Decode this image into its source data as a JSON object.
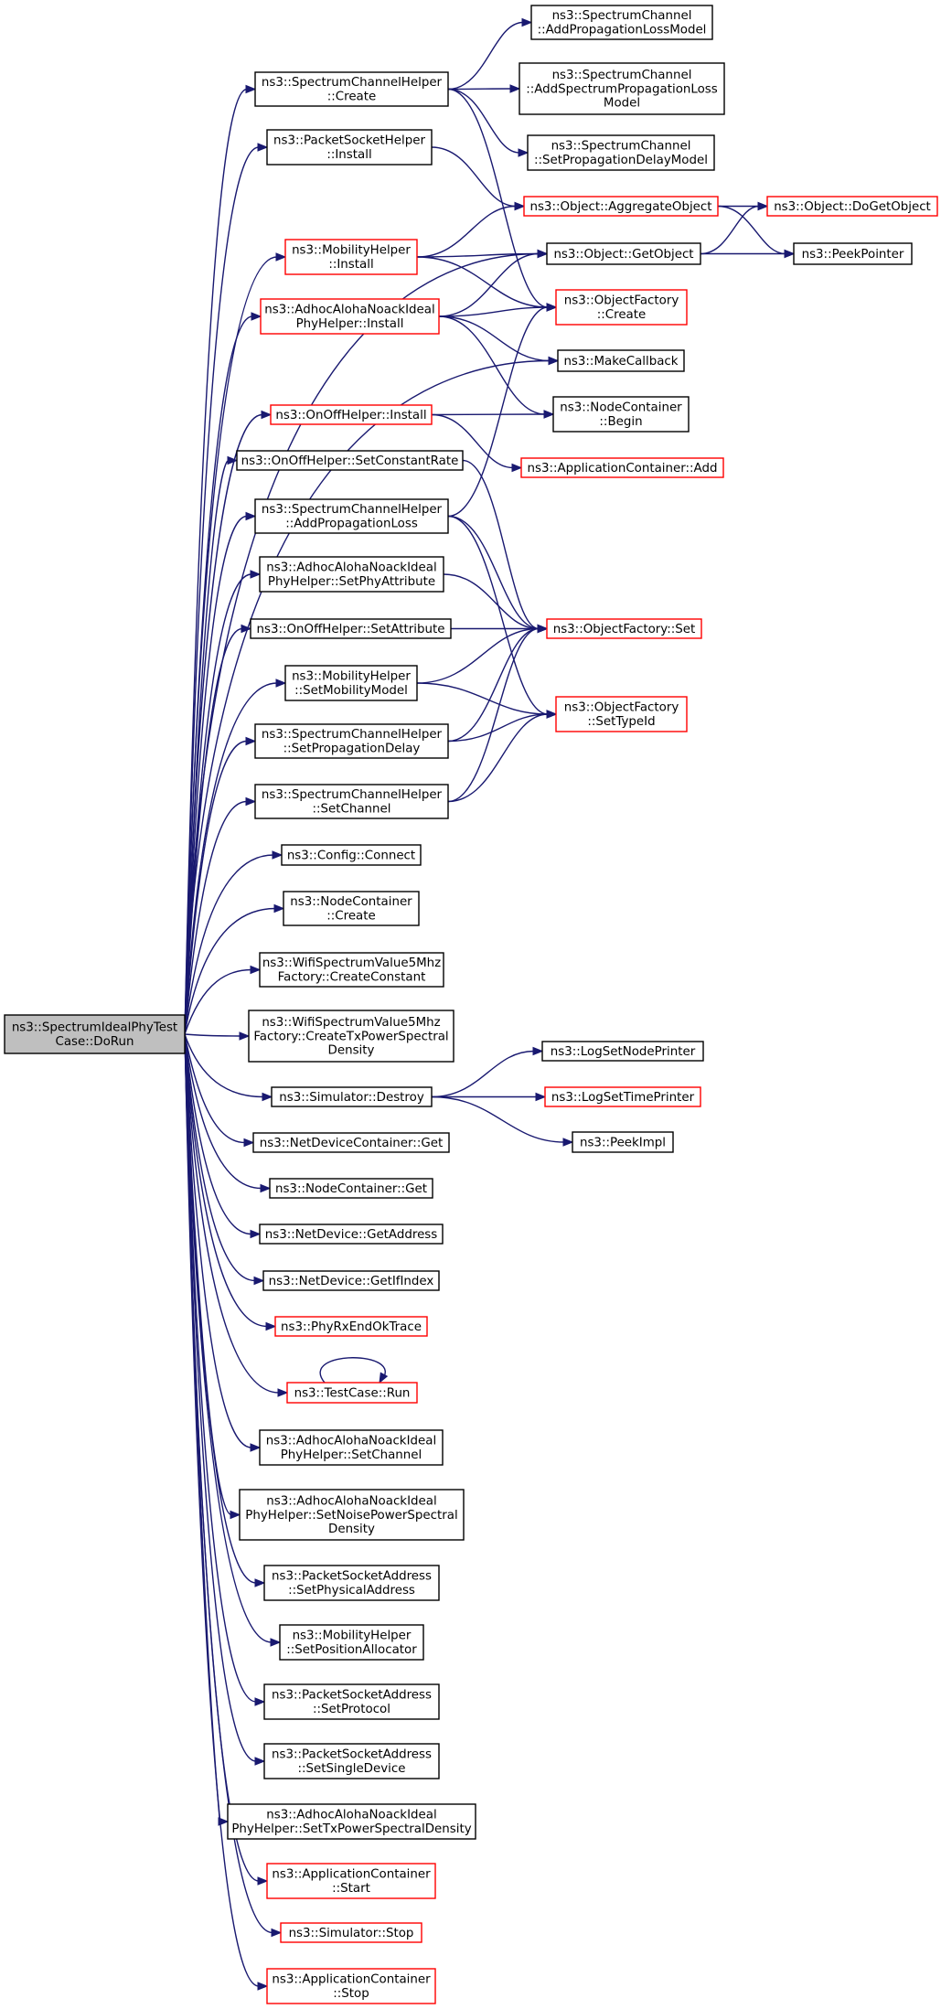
{
  "colors": {
    "edge": "#191970",
    "root_fill": "#bfbfbf",
    "node_fill": "#ffffff",
    "border_normal": "#000000",
    "border_truncated": "#ff0000"
  },
  "nodes": [
    {
      "id": "root",
      "lines": [
        "ns3::SpectrumIdealPhyTest",
        "Case::DoRun"
      ],
      "style": "root"
    },
    {
      "id": "sch_create",
      "lines": [
        "ns3::SpectrumChannelHelper",
        "::Create"
      ],
      "style": "normal"
    },
    {
      "id": "sc_addprop",
      "lines": [
        "ns3::SpectrumChannel",
        "::AddPropagationLossModel"
      ],
      "style": "normal"
    },
    {
      "id": "sc_addspec",
      "lines": [
        "ns3::SpectrumChannel",
        "::AddSpectrumPropagationLoss",
        "Model"
      ],
      "style": "normal"
    },
    {
      "id": "sc_setdelay",
      "lines": [
        "ns3::SpectrumChannel",
        "::SetPropagationDelayModel"
      ],
      "style": "normal"
    },
    {
      "id": "psh_install",
      "lines": [
        "ns3::PacketSocketHelper",
        "::Install"
      ],
      "style": "normal"
    },
    {
      "id": "obj_aggregate",
      "lines": [
        "ns3::Object::AggregateObject"
      ],
      "style": "red"
    },
    {
      "id": "obj_dogetobject",
      "lines": [
        "ns3::Object::DoGetObject"
      ],
      "style": "red"
    },
    {
      "id": "mh_install",
      "lines": [
        "ns3::MobilityHelper",
        "::Install"
      ],
      "style": "red"
    },
    {
      "id": "obj_getobject",
      "lines": [
        "ns3::Object::GetObject"
      ],
      "style": "normal"
    },
    {
      "id": "peekpointer",
      "lines": [
        "ns3::PeekPointer"
      ],
      "style": "normal"
    },
    {
      "id": "aanip_install",
      "lines": [
        "ns3::AdhocAlohaNoackIdeal",
        "PhyHelper::Install"
      ],
      "style": "red"
    },
    {
      "id": "of_create",
      "lines": [
        "ns3::ObjectFactory",
        "::Create"
      ],
      "style": "red"
    },
    {
      "id": "makecallback",
      "lines": [
        "ns3::MakeCallback"
      ],
      "style": "normal"
    },
    {
      "id": "ooh_install",
      "lines": [
        "ns3::OnOffHelper::Install"
      ],
      "style": "red"
    },
    {
      "id": "nc_begin",
      "lines": [
        "ns3::NodeContainer",
        "::Begin"
      ],
      "style": "normal"
    },
    {
      "id": "ac_add",
      "lines": [
        "ns3::ApplicationContainer::Add"
      ],
      "style": "red"
    },
    {
      "id": "ooh_setrate",
      "lines": [
        "ns3::OnOffHelper::SetConstantRate"
      ],
      "style": "normal"
    },
    {
      "id": "sch_addloss",
      "lines": [
        "ns3::SpectrumChannelHelper",
        "::AddPropagationLoss"
      ],
      "style": "normal"
    },
    {
      "id": "aanip_setphyattr",
      "lines": [
        "ns3::AdhocAlohaNoackIdeal",
        "PhyHelper::SetPhyAttribute"
      ],
      "style": "normal"
    },
    {
      "id": "ooh_setattr",
      "lines": [
        "ns3::OnOffHelper::SetAttribute"
      ],
      "style": "normal"
    },
    {
      "id": "of_set",
      "lines": [
        "ns3::ObjectFactory::Set"
      ],
      "style": "red"
    },
    {
      "id": "mh_setmodel",
      "lines": [
        "ns3::MobilityHelper",
        "::SetMobilityModel"
      ],
      "style": "normal"
    },
    {
      "id": "of_settypeid",
      "lines": [
        "ns3::ObjectFactory",
        "::SetTypeId"
      ],
      "style": "red"
    },
    {
      "id": "sch_setdelay",
      "lines": [
        "ns3::SpectrumChannelHelper",
        "::SetPropagationDelay"
      ],
      "style": "normal"
    },
    {
      "id": "sch_setchannel",
      "lines": [
        "ns3::SpectrumChannelHelper",
        "::SetChannel"
      ],
      "style": "normal"
    },
    {
      "id": "config_connect",
      "lines": [
        "ns3::Config::Connect"
      ],
      "style": "normal"
    },
    {
      "id": "nc_create",
      "lines": [
        "ns3::NodeContainer",
        "::Create"
      ],
      "style": "normal"
    },
    {
      "id": "wsv_constant",
      "lines": [
        "ns3::WifiSpectrumValue5Mhz",
        "Factory::CreateConstant"
      ],
      "style": "normal"
    },
    {
      "id": "wsv_txpsd",
      "lines": [
        "ns3::WifiSpectrumValue5Mhz",
        "Factory::CreateTxPowerSpectral",
        "Density"
      ],
      "style": "normal"
    },
    {
      "id": "sim_destroy",
      "lines": [
        "ns3::Simulator::Destroy"
      ],
      "style": "normal"
    },
    {
      "id": "log_nodeprinter",
      "lines": [
        "ns3::LogSetNodePrinter"
      ],
      "style": "normal"
    },
    {
      "id": "log_timeprinter",
      "lines": [
        "ns3::LogSetTimePrinter"
      ],
      "style": "red"
    },
    {
      "id": "peekimpl",
      "lines": [
        "ns3::PeekImpl"
      ],
      "style": "normal"
    },
    {
      "id": "ndc_get",
      "lines": [
        "ns3::NetDeviceContainer::Get"
      ],
      "style": "normal"
    },
    {
      "id": "nc_get",
      "lines": [
        "ns3::NodeContainer::Get"
      ],
      "style": "normal"
    },
    {
      "id": "nd_getaddress",
      "lines": [
        "ns3::NetDevice::GetAddress"
      ],
      "style": "normal"
    },
    {
      "id": "nd_getifindex",
      "lines": [
        "ns3::NetDevice::GetIfIndex"
      ],
      "style": "normal"
    },
    {
      "id": "phyrxendok",
      "lines": [
        "ns3::PhyRxEndOkTrace"
      ],
      "style": "red"
    },
    {
      "id": "testcase_run",
      "lines": [
        "ns3::TestCase::Run"
      ],
      "style": "red"
    },
    {
      "id": "aanip_setchannel",
      "lines": [
        "ns3::AdhocAlohaNoackIdeal",
        "PhyHelper::SetChannel"
      ],
      "style": "normal"
    },
    {
      "id": "aanip_setnoise",
      "lines": [
        "ns3::AdhocAlohaNoackIdeal",
        "PhyHelper::SetNoisePowerSpectral",
        "Density"
      ],
      "style": "normal"
    },
    {
      "id": "psa_setphys",
      "lines": [
        "ns3::PacketSocketAddress",
        "::SetPhysicalAddress"
      ],
      "style": "normal"
    },
    {
      "id": "mh_setposalloc",
      "lines": [
        "ns3::MobilityHelper",
        "::SetPositionAllocator"
      ],
      "style": "normal"
    },
    {
      "id": "psa_setproto",
      "lines": [
        "ns3::PacketSocketAddress",
        "::SetProtocol"
      ],
      "style": "normal"
    },
    {
      "id": "psa_setsingle",
      "lines": [
        "ns3::PacketSocketAddress",
        "::SetSingleDevice"
      ],
      "style": "normal"
    },
    {
      "id": "aanip_settxpsd",
      "lines": [
        "ns3::AdhocAlohaNoackIdeal",
        "PhyHelper::SetTxPowerSpectralDensity"
      ],
      "style": "normal"
    },
    {
      "id": "ac_start",
      "lines": [
        "ns3::ApplicationContainer",
        "::Start"
      ],
      "style": "red"
    },
    {
      "id": "sim_stop",
      "lines": [
        "ns3::Simulator::Stop"
      ],
      "style": "red"
    },
    {
      "id": "ac_stop",
      "lines": [
        "ns3::ApplicationContainer",
        "::Stop"
      ],
      "style": "red"
    }
  ],
  "edges": [
    [
      "root",
      "sch_create"
    ],
    [
      "root",
      "psh_install"
    ],
    [
      "root",
      "obj_getobject"
    ],
    [
      "root",
      "mh_install"
    ],
    [
      "root",
      "aanip_install"
    ],
    [
      "root",
      "makecallback"
    ],
    [
      "root",
      "ooh_install"
    ],
    [
      "root",
      "ooh_setrate"
    ],
    [
      "root",
      "sch_addloss"
    ],
    [
      "root",
      "aanip_setphyattr"
    ],
    [
      "root",
      "ooh_setattr"
    ],
    [
      "root",
      "mh_setmodel"
    ],
    [
      "root",
      "sch_setdelay"
    ],
    [
      "root",
      "sch_setchannel"
    ],
    [
      "root",
      "config_connect"
    ],
    [
      "root",
      "nc_create"
    ],
    [
      "root",
      "wsv_constant"
    ],
    [
      "root",
      "wsv_txpsd"
    ],
    [
      "root",
      "sim_destroy"
    ],
    [
      "root",
      "ndc_get"
    ],
    [
      "root",
      "nc_get"
    ],
    [
      "root",
      "nd_getaddress"
    ],
    [
      "root",
      "nd_getifindex"
    ],
    [
      "root",
      "phyrxendok"
    ],
    [
      "root",
      "testcase_run"
    ],
    [
      "root",
      "aanip_setchannel"
    ],
    [
      "root",
      "aanip_setnoise"
    ],
    [
      "root",
      "psa_setphys"
    ],
    [
      "root",
      "mh_setposalloc"
    ],
    [
      "root",
      "psa_setproto"
    ],
    [
      "root",
      "psa_setsingle"
    ],
    [
      "root",
      "aanip_settxpsd"
    ],
    [
      "root",
      "ac_start"
    ],
    [
      "root",
      "sim_stop"
    ],
    [
      "root",
      "ac_stop"
    ],
    [
      "sch_create",
      "sc_addprop"
    ],
    [
      "sch_create",
      "sc_addspec"
    ],
    [
      "sch_create",
      "sc_setdelay"
    ],
    [
      "sch_create",
      "of_create"
    ],
    [
      "psh_install",
      "obj_aggregate"
    ],
    [
      "obj_aggregate",
      "obj_dogetobject"
    ],
    [
      "obj_aggregate",
      "peekpointer"
    ],
    [
      "obj_getobject",
      "obj_dogetobject"
    ],
    [
      "obj_getobject",
      "peekpointer"
    ],
    [
      "mh_install",
      "obj_aggregate"
    ],
    [
      "mh_install",
      "obj_getobject"
    ],
    [
      "mh_install",
      "of_create"
    ],
    [
      "aanip_install",
      "obj_getobject"
    ],
    [
      "aanip_install",
      "of_create"
    ],
    [
      "aanip_install",
      "makecallback"
    ],
    [
      "aanip_install",
      "nc_begin"
    ],
    [
      "ooh_install",
      "nc_begin"
    ],
    [
      "ooh_install",
      "ac_add"
    ],
    [
      "ooh_setrate",
      "of_set"
    ],
    [
      "sch_addloss",
      "of_create"
    ],
    [
      "sch_addloss",
      "of_set"
    ],
    [
      "sch_addloss",
      "of_settypeid"
    ],
    [
      "aanip_setphyattr",
      "of_set"
    ],
    [
      "ooh_setattr",
      "of_set"
    ],
    [
      "mh_setmodel",
      "of_set"
    ],
    [
      "mh_setmodel",
      "of_settypeid"
    ],
    [
      "sch_setdelay",
      "of_set"
    ],
    [
      "sch_setdelay",
      "of_settypeid"
    ],
    [
      "sch_setchannel",
      "of_set"
    ],
    [
      "sch_setchannel",
      "of_settypeid"
    ],
    [
      "sim_destroy",
      "log_nodeprinter"
    ],
    [
      "sim_destroy",
      "log_timeprinter"
    ],
    [
      "sim_destroy",
      "peekimpl"
    ],
    [
      "testcase_run",
      "testcase_run"
    ]
  ]
}
